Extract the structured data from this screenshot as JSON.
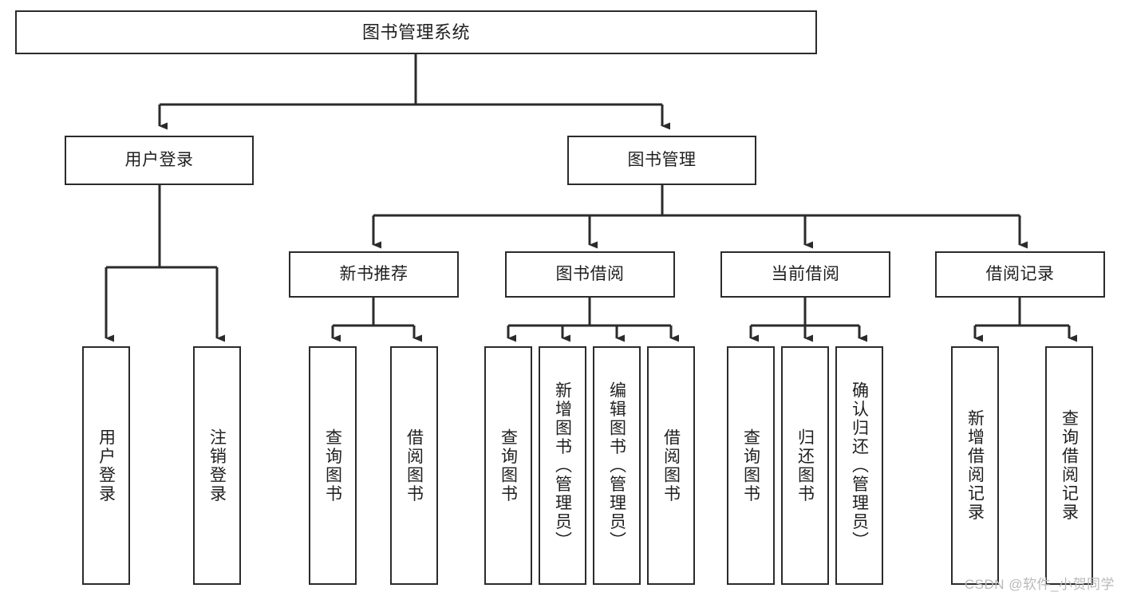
{
  "diagram": {
    "title": "图书管理系统",
    "type": "tree",
    "stroke_color": "#2b2b2b",
    "text_color": "#1f1f1f",
    "background_color": "#ffffff"
  },
  "nodes": {
    "root": {
      "label": "图书管理系统"
    },
    "level1": [
      {
        "id": "user-login",
        "label": "用户登录"
      },
      {
        "id": "book-manage",
        "label": "图书管理"
      }
    ],
    "level2": [
      {
        "id": "new-book-rec",
        "label": "新书推荐"
      },
      {
        "id": "book-borrow",
        "label": "图书借阅"
      },
      {
        "id": "current-borrow",
        "label": "当前借阅"
      },
      {
        "id": "borrow-record",
        "label": "借阅记录"
      }
    ],
    "leaves": {
      "user_login": [
        {
          "id": "leaf-user-login",
          "label": "用户登录"
        },
        {
          "id": "leaf-logout",
          "label": "注销登录"
        }
      ],
      "new_book_rec": [
        {
          "id": "leaf-query-book-1",
          "label": "查询图书"
        },
        {
          "id": "leaf-borrow-book-1",
          "label": "借阅图书"
        }
      ],
      "book_borrow": [
        {
          "id": "leaf-query-book-2",
          "label": "查询图书"
        },
        {
          "id": "leaf-add-book",
          "label": "新增图书（管理员）"
        },
        {
          "id": "leaf-edit-book",
          "label": "编辑图书（管理员）"
        },
        {
          "id": "leaf-borrow-book-2",
          "label": "借阅图书"
        }
      ],
      "current_borrow": [
        {
          "id": "leaf-query-book-3",
          "label": "查询图书"
        },
        {
          "id": "leaf-return-book",
          "label": "归还图书"
        },
        {
          "id": "leaf-confirm-return",
          "label": "确认归还（管理员）"
        }
      ],
      "borrow_record": [
        {
          "id": "leaf-add-record",
          "label": "新增借阅记录"
        },
        {
          "id": "leaf-query-record",
          "label": "查询借阅记录"
        }
      ]
    }
  },
  "watermark": {
    "text": "CSDN @软件_小贺同学"
  }
}
